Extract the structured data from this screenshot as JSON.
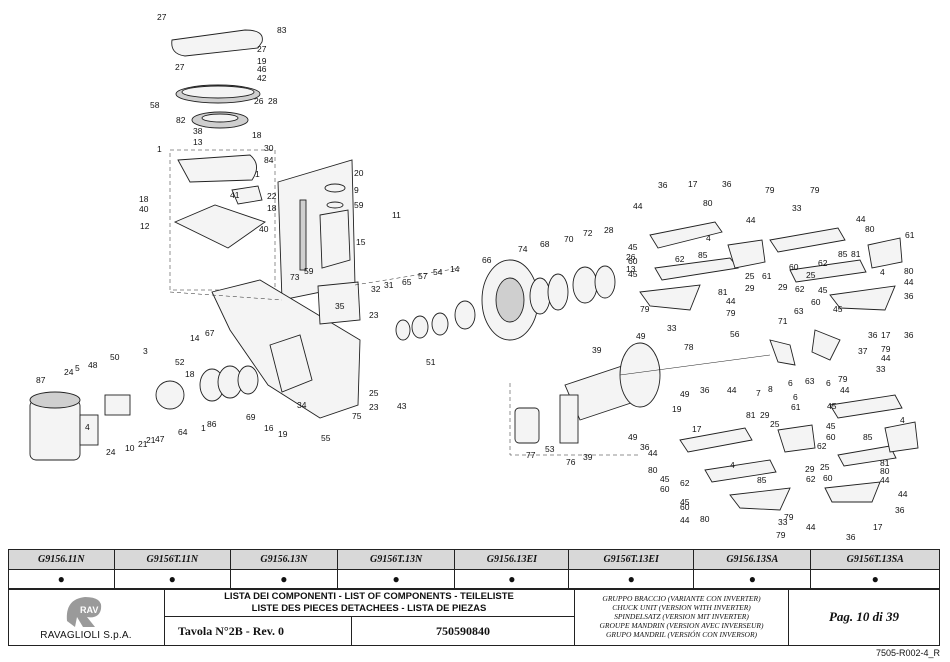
{
  "drawing": {
    "labels": {
      "p1": "1",
      "p3": "3",
      "p4": "4",
      "p5": "5",
      "p6": "6",
      "p7": "7",
      "p8": "8",
      "p9": "9",
      "p10": "10",
      "p11": "11",
      "p12": "12",
      "p13": "13",
      "p14": "14",
      "p15": "15",
      "p16": "16",
      "p17": "17",
      "p18": "18",
      "p19": "19",
      "p20": "20",
      "p21": "21",
      "p22": "22",
      "p23": "23",
      "p24": "24",
      "p25": "25",
      "p26": "26",
      "p27": "27",
      "p28": "28",
      "p29": "29",
      "p30": "30",
      "p31": "31",
      "p32": "32",
      "p33": "33",
      "p34": "34",
      "p35": "35",
      "p36": "36",
      "p37": "37",
      "p38": "38",
      "p39": "39",
      "p40": "40",
      "p41": "41",
      "p42": "42",
      "p43": "43",
      "p44": "44",
      "p45": "45",
      "p46": "46",
      "p47": "47",
      "p48": "48",
      "p49": "49",
      "p50": "50",
      "p51": "51",
      "p52": "52",
      "p53": "53",
      "p54": "54",
      "p55": "55",
      "p56": "56",
      "p57": "57",
      "p58": "58",
      "p59": "59",
      "p60": "60",
      "p61": "61",
      "p62": "62",
      "p63": "63",
      "p64": "64",
      "p65": "65",
      "p66": "66",
      "p67": "67",
      "p68": "68",
      "p69": "69",
      "p70": "70",
      "p71": "71",
      "p72": "72",
      "p73": "73",
      "p74": "74",
      "p75": "75",
      "p76": "76",
      "p77": "77",
      "p78": "78",
      "p79": "79",
      "p80": "80",
      "p81": "81",
      "p82": "82",
      "p83": "83",
      "p84": "84",
      "p85": "85",
      "p86": "86",
      "p87": "87"
    }
  },
  "models": {
    "headers": [
      "G9156.11N",
      "G9156T.11N",
      "G9156.13N",
      "G9156T.13N",
      "G9156.13EI",
      "G9156T.13EI",
      "G9156.13SA",
      "G9156T.13SA"
    ],
    "marks": [
      "●",
      "●",
      "●",
      "●",
      "●",
      "●",
      "●",
      "●"
    ]
  },
  "titleblock": {
    "company": "RAVAGLIOLI S.p.A.",
    "logo_text": "RAV",
    "list_line1": "LISTA DEI COMPONENTI - LIST OF COMPONENTS - TEILELISTE",
    "list_line2": "LISTE DES PIECES DETACHEES - LISTA DE PIEZAS",
    "table_ref": "Tavola N°2B - Rev. 0",
    "code": "750590840",
    "desc_it": "GRUPPO BRACCIO (VARIANTE CON INVERTER)",
    "desc_en": "CHUCK UNIT (VERSION WITH INVERTER)",
    "desc_de": "SPINDELSATZ (VERSION MIT INVERTER)",
    "desc_fr": "GROUPE MANDRIN (VERSION AVEC INVERSEUR)",
    "desc_es": "GRUPO MANDRIL (VERSIÓN CON INVERSOR)",
    "page": "Pag. 10 di 39",
    "doc_ref": "7505-R002-4_R"
  }
}
